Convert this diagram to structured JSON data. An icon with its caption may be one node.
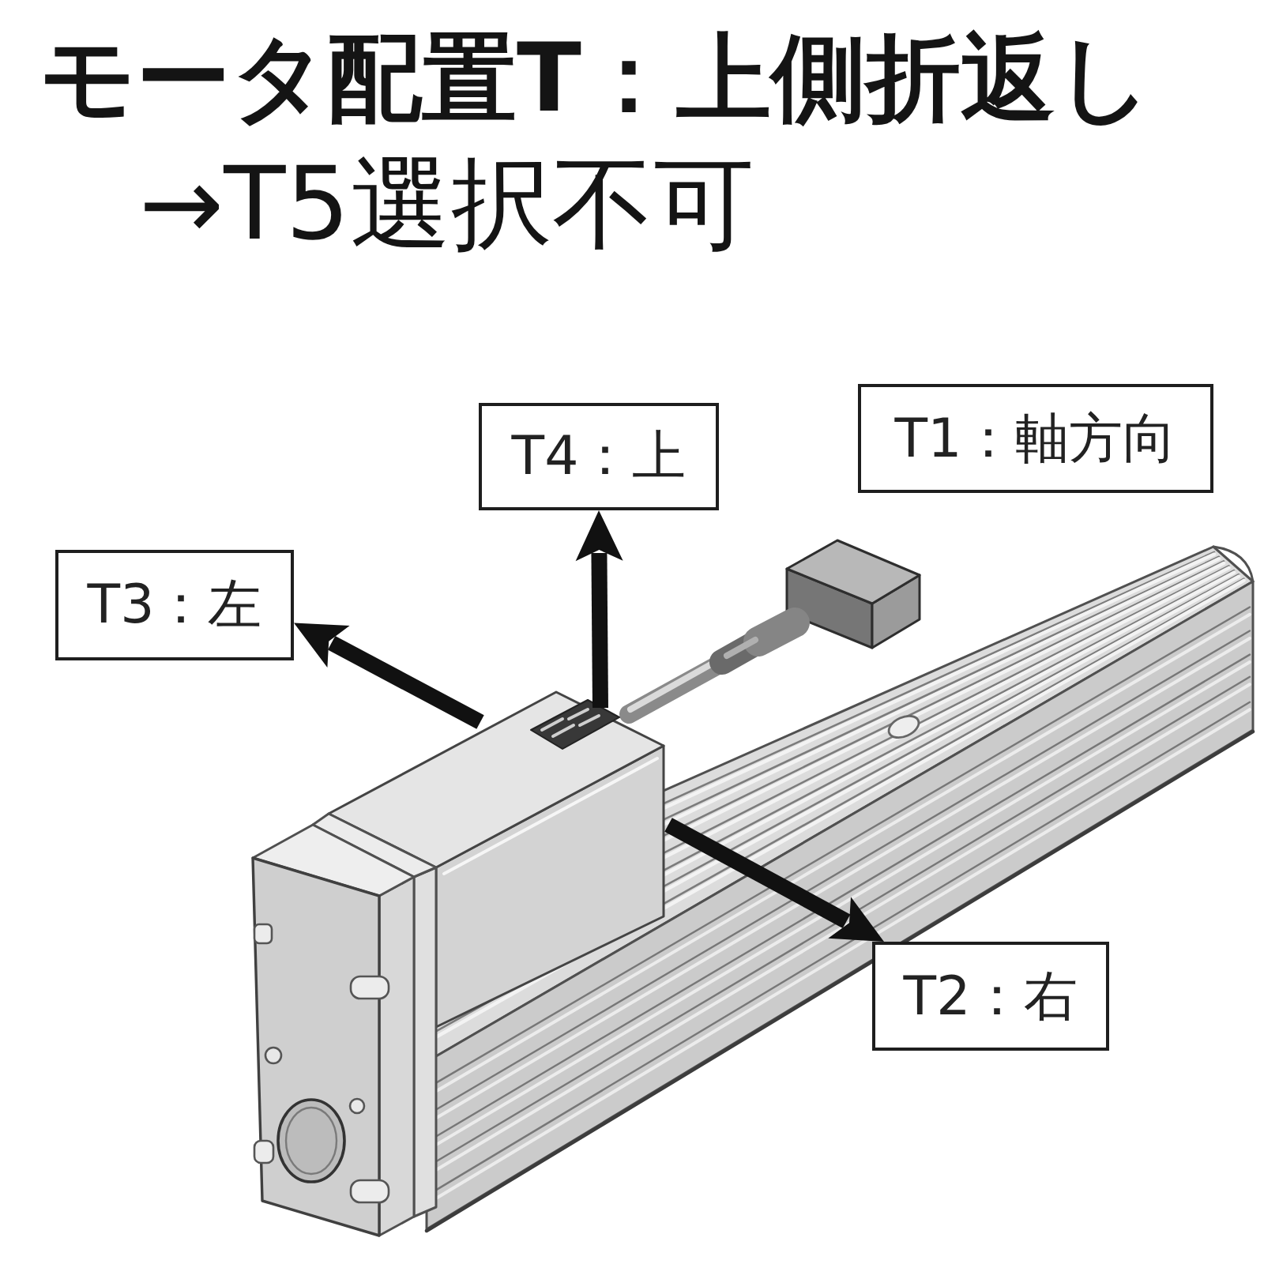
{
  "diagram": {
    "title": "モータ配置T：上側折返し",
    "nodes": [
      {
        "text": [
          "T4：上"
        ]
      },
      {
        "text": [
          "T1：軸方向"
        ]
      },
      {
        "text": [
          "T3：左"
        ]
      },
      {
        "text": [
          "T2：右"
        ]
      }
    ],
    "edges": [
      {
        "from": null,
        "to": 0,
        "arrow": "to"
      },
      {
        "from": null,
        "to": 2,
        "arrow": "to"
      },
      {
        "from": null,
        "to": 3,
        "arrow": "to"
      }
    ],
    "labels": [
      "→T5選択不可"
    ]
  }
}
